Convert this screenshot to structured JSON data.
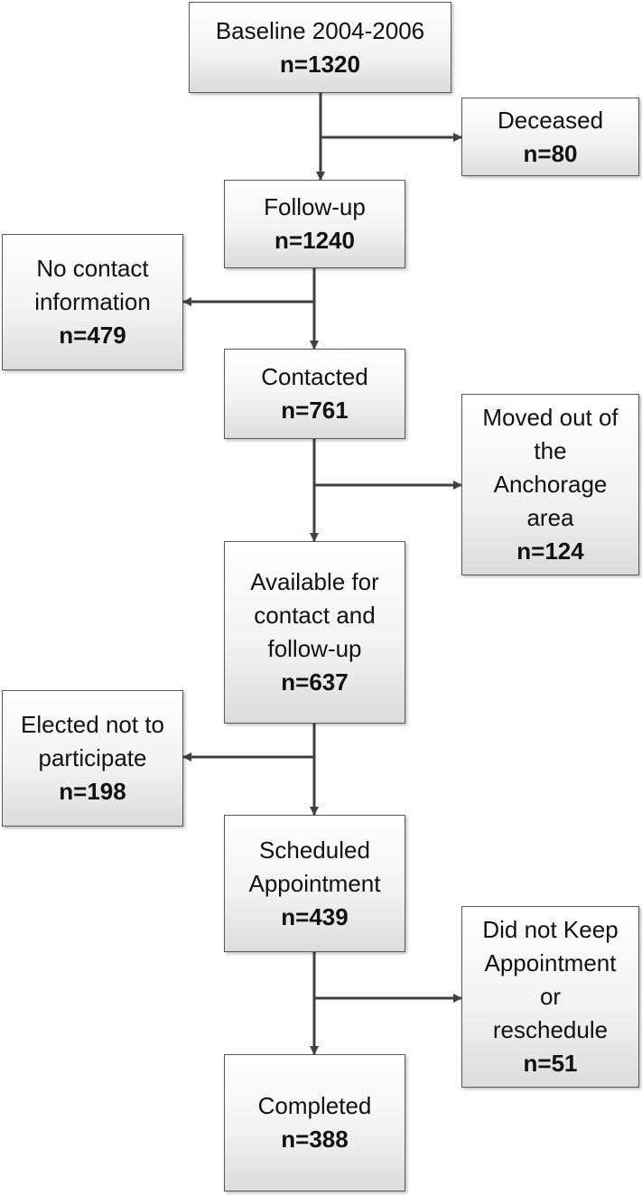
{
  "boxes": {
    "baseline": {
      "lines": [
        "Baseline 2004-2006"
      ],
      "n": "n=1320"
    },
    "deceased": {
      "lines": [
        "Deceased"
      ],
      "n": "n=80"
    },
    "followup": {
      "lines": [
        "Follow-up"
      ],
      "n": "n=1240"
    },
    "no_contact": {
      "lines": [
        "No contact",
        "information"
      ],
      "n": "n=479"
    },
    "contacted": {
      "lines": [
        "Contacted"
      ],
      "n": "n=761"
    },
    "moved": {
      "lines": [
        "Moved out of",
        "the",
        "Anchorage",
        "area"
      ],
      "n": "n=124"
    },
    "available": {
      "lines": [
        "Available for",
        "contact and",
        "follow-up"
      ],
      "n": "n=637"
    },
    "elected": {
      "lines": [
        "Elected not to",
        "participate"
      ],
      "n": "n=198"
    },
    "scheduled": {
      "lines": [
        "Scheduled",
        "Appointment"
      ],
      "n": "n=439"
    },
    "did_not_keep": {
      "lines": [
        "Did not Keep",
        "Appointment",
        "or",
        "reschedule"
      ],
      "n": "n=51"
    },
    "completed": {
      "lines": [
        "Completed"
      ],
      "n": "n=388"
    }
  },
  "colors": {
    "line": "#404040",
    "border": "#595959"
  }
}
